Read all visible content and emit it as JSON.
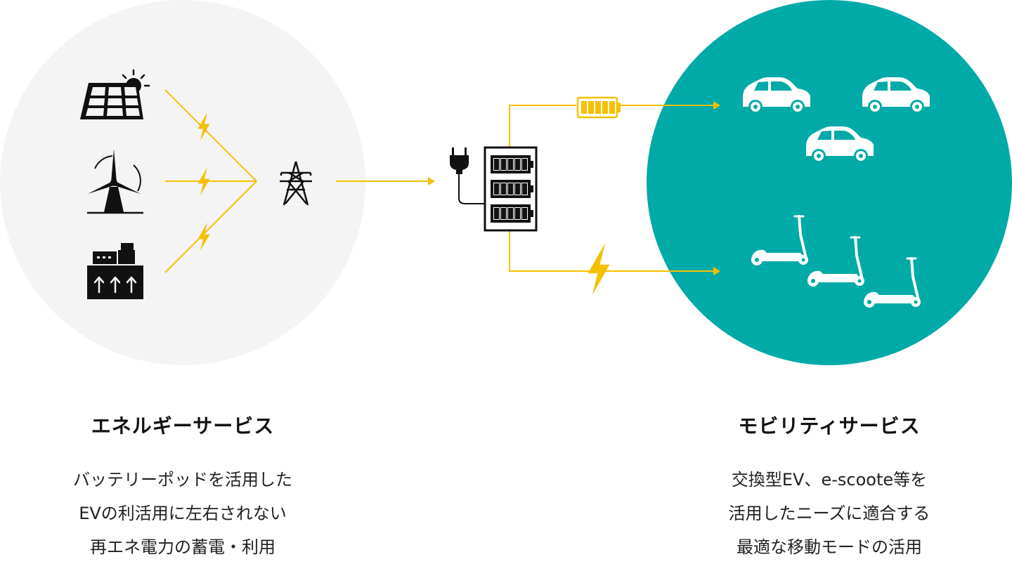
{
  "colors": {
    "energy_circle": "#f4f4f4",
    "mobility_circle": "#00aaa6",
    "flow_line": "#f5c000",
    "icon": "#111111",
    "vehicle_icon": "#ffffff"
  },
  "energy_service": {
    "title": "エネルギーサービス",
    "lines": [
      "バッテリーポッドを活用した",
      "EVの利活用に左右されない",
      "再エネ電力の蓄電・利用"
    ],
    "sources": [
      "solar-panel-icon",
      "wind-turbine-icon",
      "power-plant-icon"
    ],
    "grid": "transmission-tower-icon"
  },
  "hub": {
    "plug": "plug-icon",
    "battery_pod": "battery-pod-icon",
    "battery_count": 3
  },
  "mobility_service": {
    "title": "モビリティサービス",
    "lines": [
      "交換型EV、e-scoote等を",
      "活用したニーズに適合する",
      "最適な移動モードの活用"
    ],
    "cars": [
      "ev-car-icon",
      "ev-car-icon",
      "ev-car-icon"
    ],
    "scooters": [
      "e-scooter-icon",
      "e-scooter-icon",
      "e-scooter-icon"
    ]
  }
}
